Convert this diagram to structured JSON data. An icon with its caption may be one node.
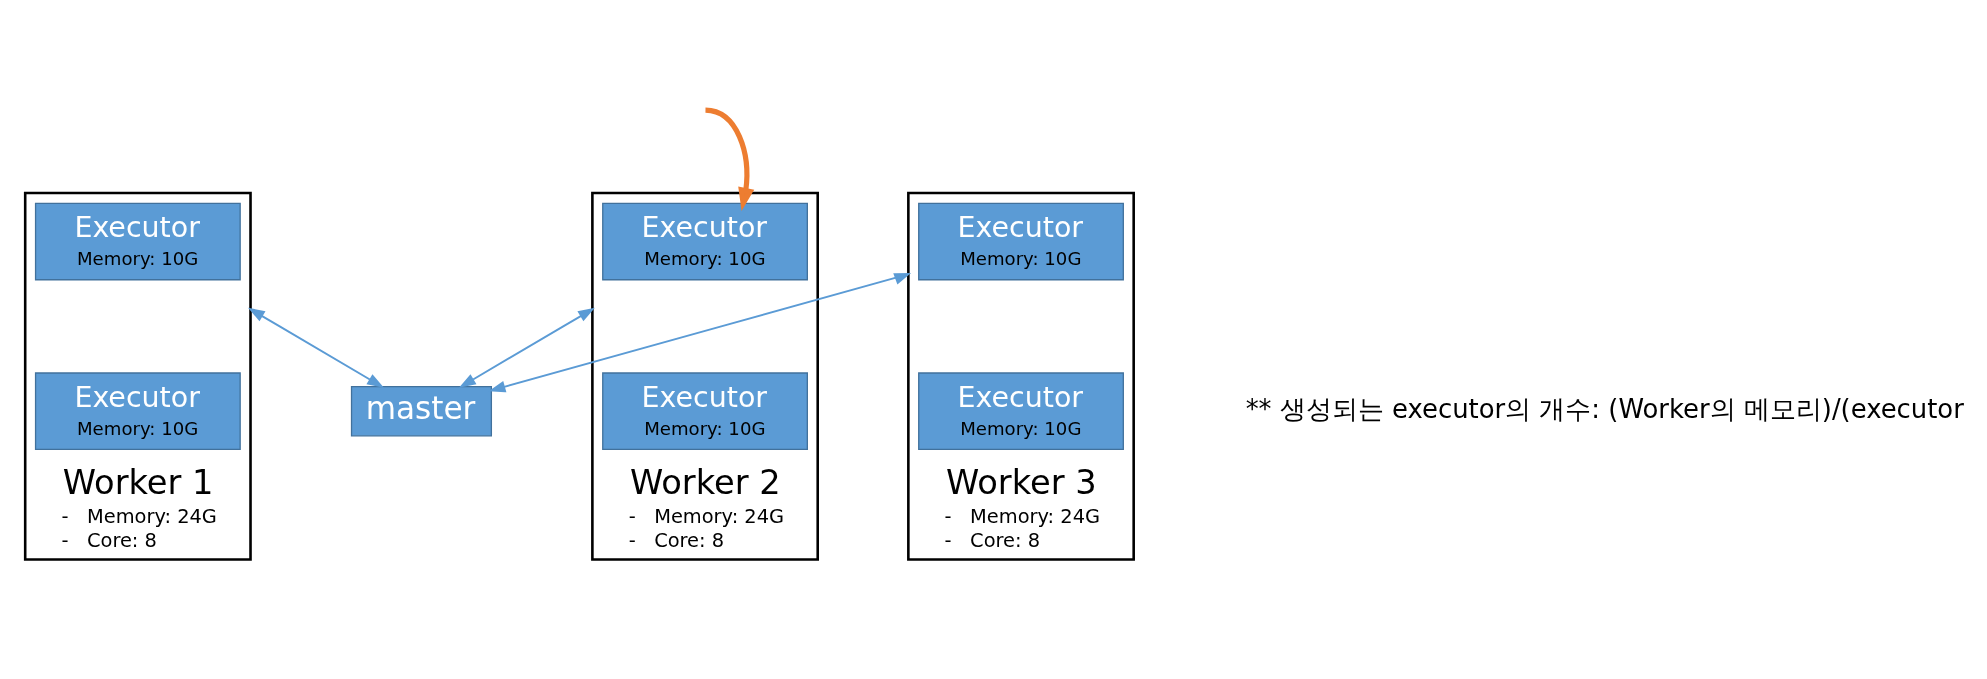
{
  "diagram": {
    "nodes": [
      {
        "text": [
          "Worker 1",
          "-   Memory: 24G",
          "-   Core: 8"
        ]
      },
      {
        "text": [
          "Executor",
          "Memory: 10G"
        ],
        "in": 0
      },
      {
        "text": [
          "Executor",
          "Memory: 10G"
        ],
        "in": 0
      },
      {
        "text": [
          "Worker 2",
          "-   Memory: 24G",
          "-   Core: 8"
        ]
      },
      {
        "text": [
          "Executor",
          "Memory: 10G"
        ],
        "in": 3
      },
      {
        "text": [
          "Executor",
          "Memory: 10G"
        ],
        "in": 3
      },
      {
        "text": [
          "Worker 3",
          "-   Memory: 24G",
          "-   Core: 8"
        ]
      },
      {
        "text": [
          "Executor",
          "Memory: 10G"
        ],
        "in": 6
      },
      {
        "text": [
          "Executor",
          "Memory: 10G"
        ],
        "in": 6
      },
      {
        "text": [
          "master"
        ]
      }
    ],
    "edges": [
      {
        "from": 9,
        "to": 0,
        "arrow": "both"
      },
      {
        "from": 9,
        "to": 3,
        "arrow": "both"
      },
      {
        "from": 9,
        "to": 6,
        "arrow": "both"
      },
      {
        "from": null,
        "to": 4,
        "arrow": "to",
        "style": "thick",
        "color": "#ed7d31"
      }
    ],
    "labels": [
      "** 생성되는 executor의 개수: (Worker의 메모리)/(executor"
    ]
  }
}
